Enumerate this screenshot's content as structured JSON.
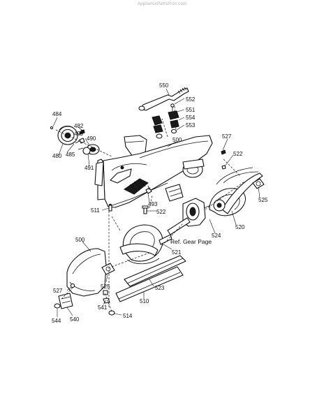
{
  "watermark": "AppliancePartsPros.com",
  "reference_note": "Ref. Gear Page",
  "callouts": {
    "p550": "550",
    "p552": "552",
    "p551": "551",
    "p554": "554",
    "p553": "553",
    "p484": "484",
    "p482": "482",
    "p499": "499",
    "p490": "490",
    "p485": "485",
    "p480": "480",
    "p491": "491",
    "p500_top": "500",
    "p527_top": "527",
    "p522_right": "522",
    "p525_right": "525",
    "p493": "493",
    "p522_mid": "522",
    "p511": "511",
    "p520": "520",
    "p524": "524",
    "p521": "521",
    "p500_left": "500",
    "p525_left": "525",
    "p527_left": "527",
    "p523": "523",
    "p510": "510",
    "p541": "541",
    "p514": "514",
    "p544": "544",
    "p540": "540"
  }
}
